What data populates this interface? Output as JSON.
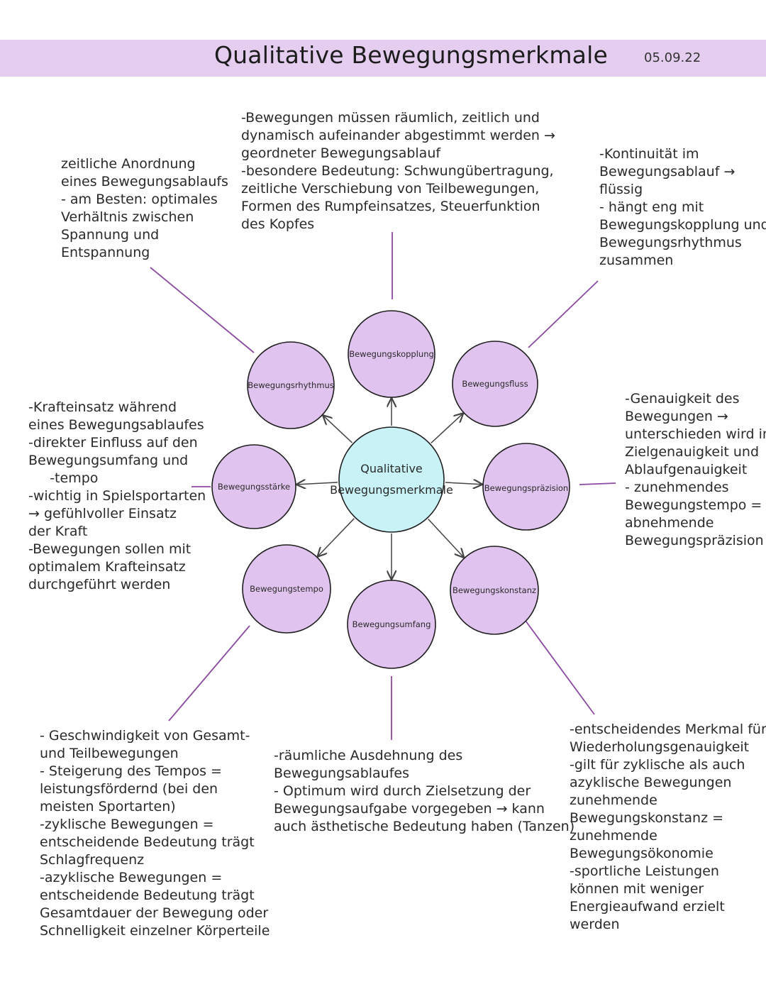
{
  "header": {
    "title": "Qualitative Bewegungsmerkmale",
    "date": "05.09.22"
  },
  "colors": {
    "header_bar": "#e4cdef",
    "node_fill": "#e0c4ef",
    "center_fill": "#c8f2f5",
    "connector_line": "#8a4aa0",
    "arrow": "#444444"
  },
  "center": {
    "line1": "Qualitative",
    "line2": "Bewegungsmerkmale"
  },
  "nodes": [
    {
      "id": "kopplung",
      "label": "Bewegungskopplung"
    },
    {
      "id": "fluss",
      "label": "Bewegungsfluss"
    },
    {
      "id": "praezision",
      "label": "Bewegungspräzision"
    },
    {
      "id": "konstanz",
      "label": "Bewegungskonstanz"
    },
    {
      "id": "umfang",
      "label": "Bewegungsumfang"
    },
    {
      "id": "tempo",
      "label": "Bewegungstempo"
    },
    {
      "id": "staerke",
      "label": "Bewegungsstärke"
    },
    {
      "id": "rhythmus",
      "label": "Bewegungsrhythmus"
    }
  ],
  "notes": {
    "rhythmus": [
      "zeitliche Anordnung",
      "eines Bewegungsablaufs",
      "- am Besten: optimales",
      "Verhältnis zwischen",
      "Spannung und",
      "Entspannung"
    ],
    "kopplung": [
      "-Bewegungen müssen räumlich, zeitlich und",
      "dynamisch aufeinander abgestimmt werden →",
      "geordneter Bewegungsablauf",
      "-besondere Bedeutung: Schwungübertragung,",
      "zeitliche Verschiebung von Teilbewegungen,",
      "Formen des Rumpfeinsatzes, Steuerfunktion",
      "des Kopfes"
    ],
    "fluss": [
      "-Kontinuität im",
      "Bewegungsablauf →",
      "flüssig",
      "- hängt eng mit",
      "Bewegungskopplung und",
      "Bewegungsrhythmus",
      "zusammen"
    ],
    "staerke": [
      "-Krafteinsatz während",
      "eines Bewegungsablaufes",
      "-direkter Einfluss auf den",
      "Bewegungsumfang und",
      "     -tempo",
      "-wichtig in Spielsportarten",
      "→ gefühlvoller Einsatz",
      "der Kraft",
      "-Bewegungen sollen mit",
      "optimalem Krafteinsatz",
      "durchgeführt werden"
    ],
    "praezision": [
      "-Genauigkeit des",
      "Bewegungen →",
      "unterschieden wird in",
      "Zielgenauigkeit und",
      "Ablaufgenauigkeit",
      "- zunehmendes",
      "Bewegungstempo =",
      "abnehmende",
      "Bewegungspräzision"
    ],
    "tempo": [
      "- Geschwindigkeit von Gesamt-",
      "und Teilbewegungen",
      "- Steigerung des Tempos =",
      "leistungsfördernd (bei den",
      "meisten Sportarten)",
      "-zyklische Bewegungen =",
      "entscheidende Bedeutung trägt",
      "Schlagfrequenz",
      "-azyklische Bewegungen =",
      "entscheidende Bedeutung trägt",
      "Gesamtdauer der Bewegung oder",
      "Schnelligkeit einzelner Körperteile"
    ],
    "umfang": [
      "-räumliche Ausdehnung des",
      "Bewegungsablaufes",
      "- Optimum wird durch Zielsetzung der",
      "Bewegungsaufgabe vorgegeben → kann",
      "auch ästhetische Bedeutung haben (Tanzen)"
    ],
    "konstanz": [
      "-entscheidendes Merkmal für",
      "Wiederholungsgenauigkeit",
      "-gilt für zyklische als auch",
      "azyklische Bewegungen",
      "zunehmende",
      "Bewegungskonstanz =",
      "zunehmende",
      "Bewegungsökonomie",
      "-sportliche Leistungen",
      "können mit weniger",
      "Energieaufwand erzielt",
      "werden"
    ]
  }
}
